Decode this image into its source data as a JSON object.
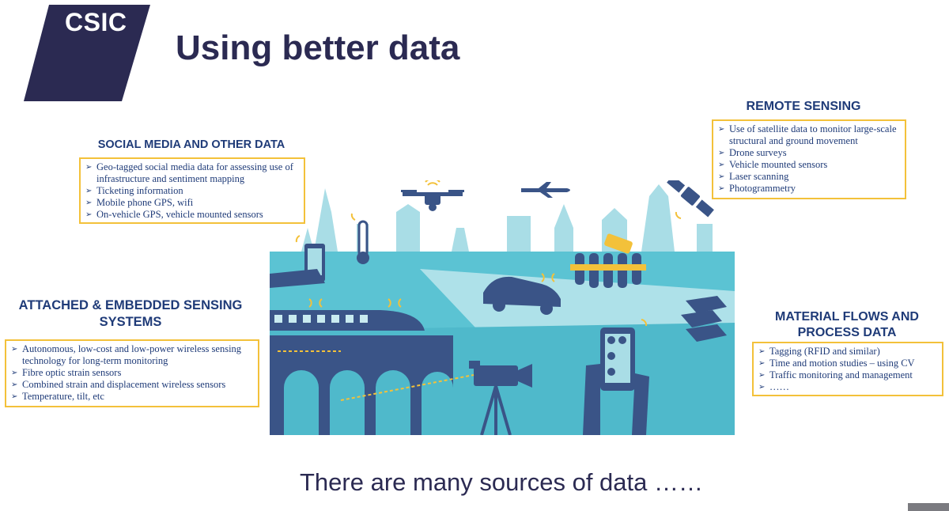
{
  "logo": {
    "text": "CSIC"
  },
  "title": "Using better data",
  "sections": {
    "social_media": {
      "heading": "SOCIAL MEDIA AND OTHER DATA",
      "items": [
        "Geo-tagged social media data for assessing use of infrastructure and sentiment mapping",
        "Ticketing information",
        "Mobile phone GPS, wifi",
        "On-vehicle GPS, vehicle mounted sensors"
      ]
    },
    "remote_sensing": {
      "heading": "REMOTE SENSING",
      "items": [
        "Use of satellite data to monitor large-scale structural and ground movement",
        "Drone surveys",
        "Vehicle mounted sensors",
        "Laser scanning",
        "Photogrammetry"
      ]
    },
    "attached_sensing": {
      "heading_line1": "ATTACHED & EMBEDDED SENSING",
      "heading_line2": "SYSTEMS",
      "items": [
        "Autonomous, low-cost and low-power wireless sensing technology for long-term monitoring",
        "Fibre optic strain sensors",
        "Combined strain and displacement wireless sensors",
        "Temperature, tilt, etc"
      ]
    },
    "material_flows": {
      "heading_line1": "MATERIAL FLOWS AND",
      "heading_line2": "PROCESS DATA",
      "items": [
        "Tagging (RFID and similar)",
        "Time and motion studies – using CV",
        "Traffic monitoring and management",
        "……"
      ]
    }
  },
  "illustration": {
    "colors": {
      "sky": "#5bc3d3",
      "skyline": "#a9dde6",
      "dark": "#3a5487",
      "yellow": "#f3c13a"
    }
  },
  "caption": "There are many sources of data ……"
}
